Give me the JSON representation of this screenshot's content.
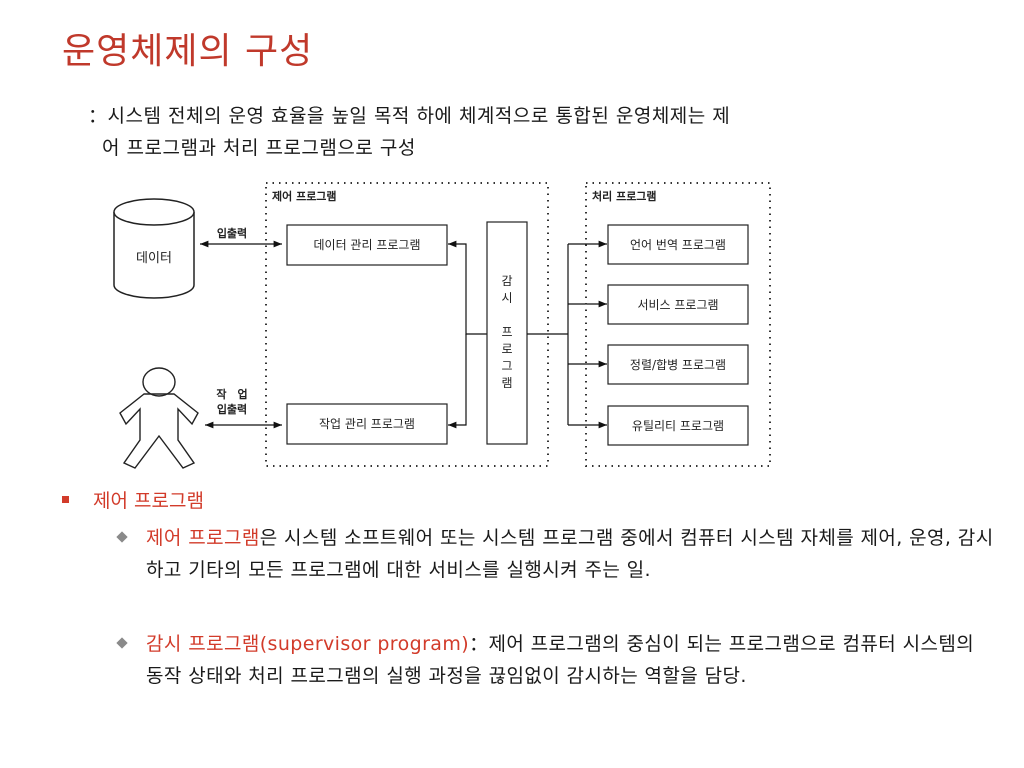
{
  "title": "운영체제의 구성",
  "intro": {
    "line1": "：시스템 전체의 운영 효율을 높일 목적 하에 체계적으로 통합된 운영체제는 제",
    "line2": "어 프로그램과 처리 프로그램으로 구성"
  },
  "diagram": {
    "data_store": "데이터",
    "io_label": "입출력",
    "job_label_1": "작　업",
    "job_label_2": "입출력",
    "control_group": "제어 프로그램",
    "data_mgmt": "데이터 관리 프로그램",
    "job_mgmt": "작업 관리 프로그램",
    "supervisor_chars": [
      "감",
      "시",
      "프",
      "로",
      "그",
      "램"
    ],
    "process_group": "처리 프로그램",
    "process_items": [
      "언어 번역 프로그램",
      "서비스 프로그램",
      "정렬/합병 프로그램",
      "유틸리티 프로그램"
    ]
  },
  "bullets": {
    "main": "제어 프로그램",
    "sub1": {
      "highlight": "제어 프로그램",
      "rest": "은 시스템 소프트웨어 또는 시스템 프로그램 중에서 컴퓨터 시스템 자체를 제어, 운영, 감시하고 기타의 모든 프로그램에 대한 서비스를 실행시켜 주는 일."
    },
    "sub2": {
      "highlight": "감시 프로그램(supervisor program)",
      "rest": "：제어 프로그램의 중심이 되는 프로그램으로 컴퓨터 시스템의 동작 상태와 처리 프로그램의 실행 과정을 끊임없이 감시하는 역할을 담당."
    }
  }
}
